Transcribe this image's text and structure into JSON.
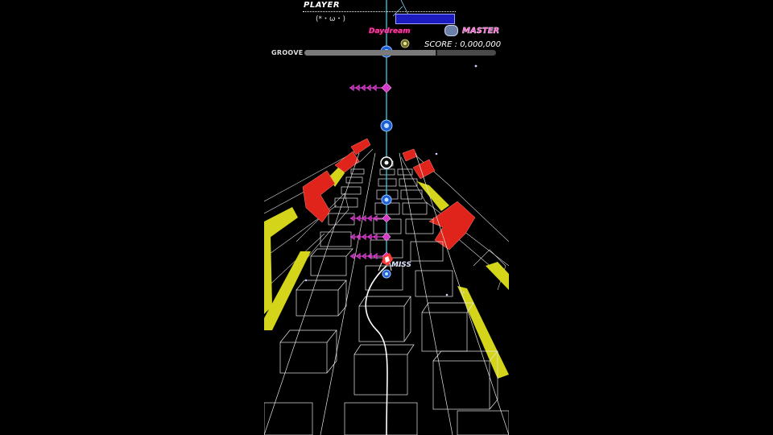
{
  "hud": {
    "player_name": "PLAYER",
    "player_emote": "(*・ω・)",
    "song_title": "Daydream",
    "difficulty": "MASTER",
    "score_label": "SCORE : 0,000,000",
    "groove_label": "GROOVE",
    "groove_level": 0.69,
    "judgement": "MISS"
  },
  "colors": {
    "background": "#000000",
    "track_wire": "#ffffff",
    "pillar_red": "#e0241b",
    "pillar_yellow": "#d4d41a",
    "note_blue": "#2f7dff",
    "note_magenta": "#d33cc8",
    "center_line": "#27c6d8",
    "difficulty": "#ff4bd2",
    "song_title": "#ff3fa6"
  },
  "icons": {
    "difficulty": "master-difficulty-icon",
    "note": "tap-note-icon",
    "side_note": "side-flick-note-icon",
    "avatar": "player-avatar-icon",
    "rank_badge": "rank-badge-icon"
  }
}
